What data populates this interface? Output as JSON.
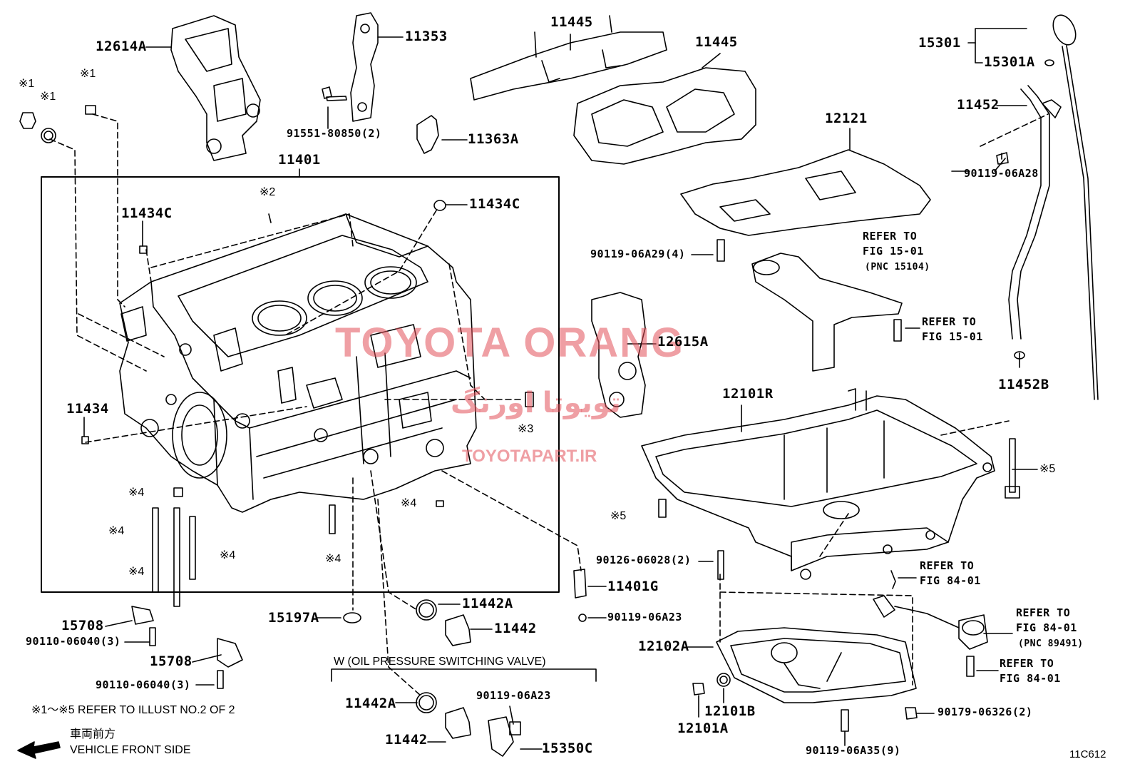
{
  "labels": {
    "p12614A": "12614A",
    "p11353": "11353",
    "p11445a": "11445",
    "p11445b": "11445",
    "p15301": "15301",
    "p15301A": "15301A",
    "p11452": "11452",
    "p91551": "91551-80850(2)",
    "p11363A": "11363A",
    "p11401": "11401",
    "p12121": "12121",
    "p90119_06A28": "90119-06A28",
    "p11434C_left": "11434C",
    "p11434C_right": "11434C",
    "p90119_06A29": "90119-06A29(4)",
    "p12615A": "12615A",
    "p11452B": "11452B",
    "p11434": "11434",
    "p12101R": "12101R",
    "p90126": "90126-06028(2)",
    "p11401G": "11401G",
    "p90119_06A23a": "90119-06A23",
    "p11442A_a": "11442A",
    "p11442_a": "11442",
    "p15197A": "15197A",
    "p15708_a": "15708",
    "p90110_a": "90110-06040(3)",
    "p15708_b": "15708",
    "p90110_b": "90110-06040(3)",
    "p12102A": "12102A",
    "p12101B": "12101B",
    "p12101A": "12101A",
    "p90119_06A35": "90119-06A35(9)",
    "p90179": "90179-06326(2)",
    "p11442A_b": "11442A",
    "p90119_06A23b": "90119-06A23",
    "p11442_b": "11442",
    "p15350C": "15350C",
    "code": "11C612"
  },
  "refs": {
    "r1_line1": "REFER TO",
    "r1_line2": "FIG 15-01",
    "r1_line3": "(PNC 15104)",
    "r2_line1": "REFER TO",
    "r2_line2": "FIG 15-01",
    "r3_line1": "REFER TO",
    "r3_line2": "FIG 84-01",
    "r4_line1": "REFER TO",
    "r4_line2": "FIG 84-01",
    "r4_line3": "(PNC 89491)",
    "r5_line1": "REFER TO",
    "r5_line2": "FIG 84-01"
  },
  "marks": {
    "m1a": "※1",
    "m1b": "※1",
    "m1c": "※1",
    "m2": "※2",
    "m3": "※3",
    "m4a": "※4",
    "m4b": "※4",
    "m4c": "※4",
    "m4d": "※4",
    "m4e": "※4",
    "m4f": "※4",
    "m5a": "※5",
    "m5b": "※5"
  },
  "notes": {
    "valve_group": "W (OIL PRESSURE SWITCHING VALVE)",
    "refer_illust": "※1～※5 REFER TO ILLUST NO.2 OF 2",
    "front_jp": "車両前方",
    "front_en": "VEHICLE FRONT SIDE"
  },
  "watermark": {
    "title": "TOYOTA ORANG",
    "persian": "تویوتا اورنگ",
    "url": "TOYOTAPART.IR",
    "color": "#e2505a"
  }
}
